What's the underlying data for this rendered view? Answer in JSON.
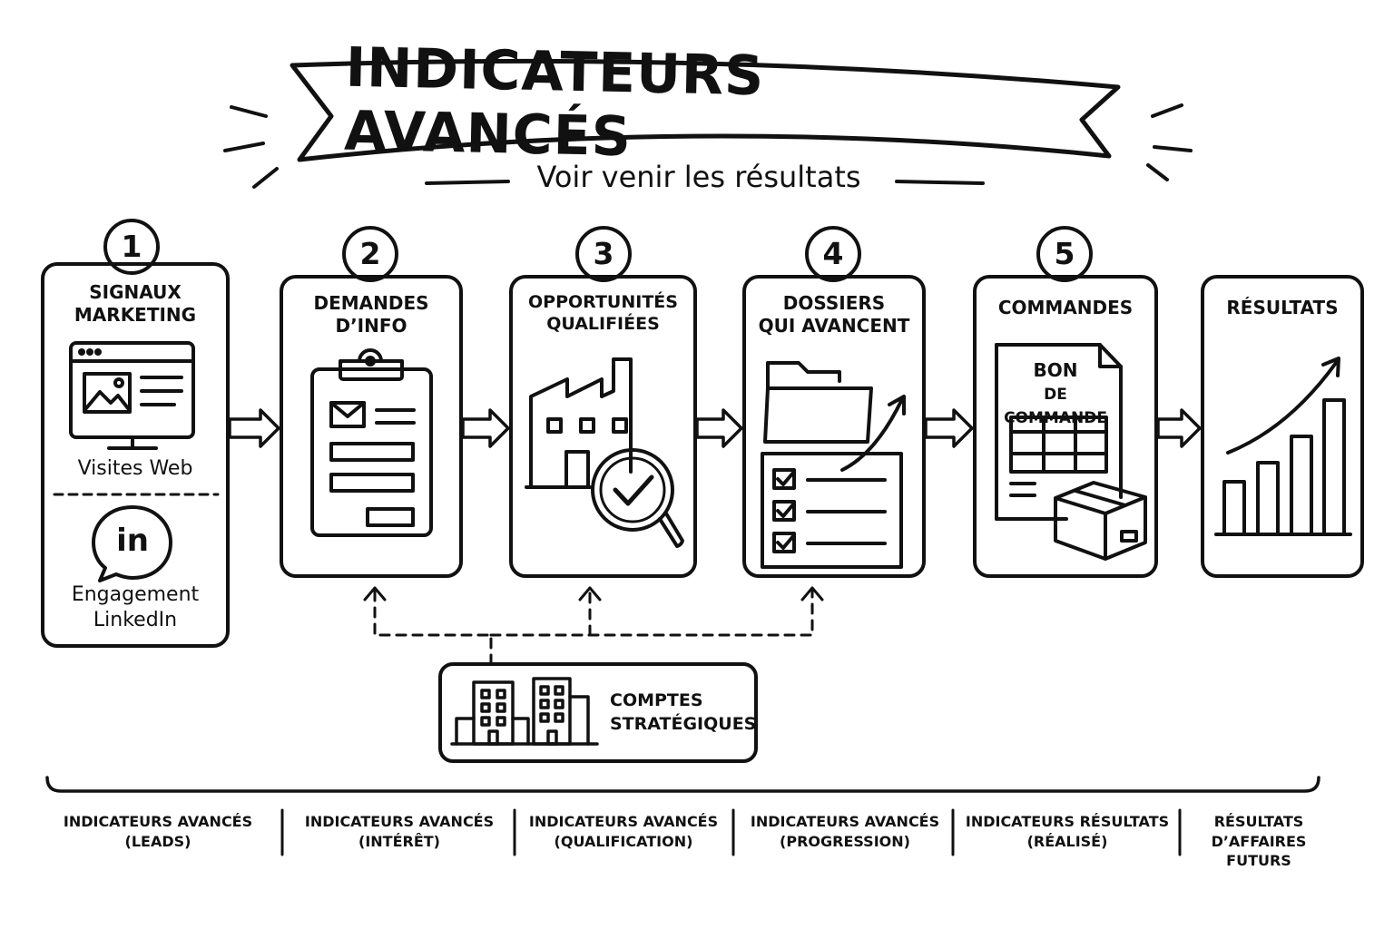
{
  "header": {
    "title": "INDICATEURS AVANCÉS",
    "subtitle": "Voir venir les résultats"
  },
  "steps": [
    {
      "number": "1",
      "title_line1": "SIGNAUX",
      "title_line2": "MARKETING",
      "caption_top": "Visites Web",
      "caption_bottom_line1": "Engagement",
      "caption_bottom_line2": "LinkedIn",
      "icon": "computer-icon",
      "icon_bottom": "linkedin-icon",
      "linkedin_glyph": "in"
    },
    {
      "number": "2",
      "title_line1": "DEMANDES",
      "title_line2": "D’INFO",
      "icon": "clipboard-form-icon"
    },
    {
      "number": "3",
      "title_line1": "OPPORTUNITÉS",
      "title_line2": "QUALIFIÉES",
      "icon": "factory-magnifier-icon"
    },
    {
      "number": "4",
      "title_line1": "DOSSIERS",
      "title_line2": "QUI AVANCENT",
      "icon": "folder-checklist-icon"
    },
    {
      "number": "5",
      "title_line1": "COMMANDES",
      "doc_line1": "BON",
      "doc_line2": "DE COMMANDE",
      "icon": "purchase-order-icon"
    },
    {
      "number": "",
      "title_line1": "RÉSULTATS",
      "icon": "growth-chart-icon"
    }
  ],
  "accounts": {
    "line1": "COMPTES",
    "line2": "STRATÉGIQUES",
    "icon": "buildings-icon"
  },
  "footer": [
    {
      "line1": "INDICATEURS AVANCÉS",
      "line2": "(LEADS)"
    },
    {
      "line1": "INDICATEURS AVANCÉS",
      "line2": "(INTÉRÊT)"
    },
    {
      "line1": "INDICATEURS AVANCÉS",
      "line2": "(QUALIFICATION)"
    },
    {
      "line1": "INDICATEURS AVANCÉS",
      "line2": "(PROGRESSION)"
    },
    {
      "line1": "INDICATEURS RÉSULTATS",
      "line2": "(RÉALISÉ)"
    },
    {
      "line1": "RÉSULTATS",
      "line2": "D’AFFAIRES",
      "line3": "FUTURS"
    }
  ],
  "colors": {
    "ink": "#111111",
    "background": "#ffffff"
  }
}
